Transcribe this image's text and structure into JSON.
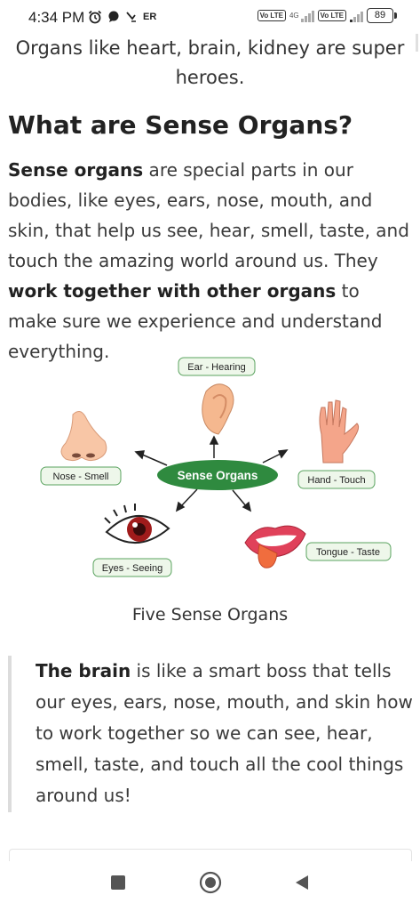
{
  "status_bar": {
    "time": "4:34 PM",
    "carrier_tag": "ER",
    "network_tag": "4G",
    "volte_label": "Vo LTE",
    "battery": "89"
  },
  "intro_text": "Organs like heart, brain, kidney are super heroes.",
  "section_heading": "What are Sense Organs?",
  "paragraph": {
    "bold_start": "Sense organs",
    "text_1": " are special parts in our bodies, like eyes, ears, nose, mouth, and skin, that help us see, hear, smell, taste, and touch the amazing world around us. They ",
    "bold_middle": "work together with other organs",
    "text_2": " to make sure we experience and understand everything."
  },
  "diagram": {
    "center_label": "Sense Organs",
    "labels": {
      "ear": "Ear - Hearing",
      "nose": "Nose - Smell",
      "hand": "Hand - Touch",
      "eyes": "Eyes - Seeing",
      "tongue": "Tongue - Taste"
    },
    "colors": {
      "center": "#2f8a3f",
      "label_border": "#5aa35f",
      "label_fill": "#eef7ea"
    }
  },
  "caption": "Five Sense Organs",
  "blockquote": {
    "bold_start": "The brain",
    "text": " is like a smart boss that tells our eyes, ears, nose, mouth, and skin how to work together so we can see, hear, smell, taste, and touch all the cool things around us!"
  },
  "nav": {
    "icons": [
      "recents-square-icon",
      "home-circle-icon",
      "back-triangle-icon"
    ]
  }
}
